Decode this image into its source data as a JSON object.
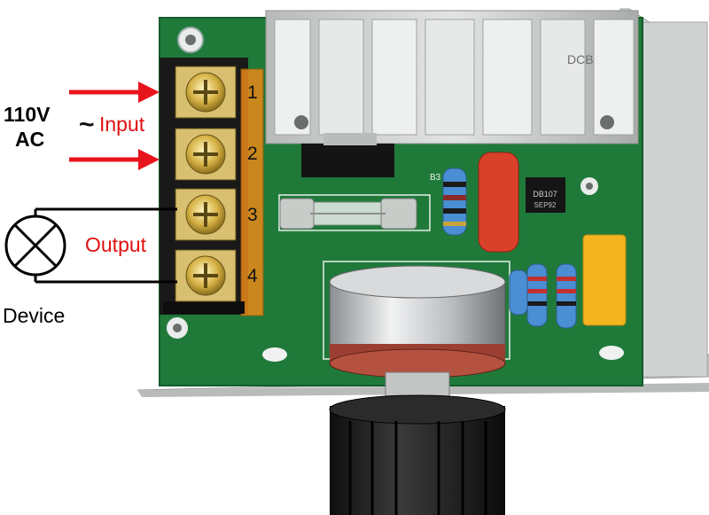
{
  "annotations": {
    "supply_voltage": "110V",
    "supply_type": "AC",
    "tilde": "~",
    "input_label": "Input",
    "output_label": "Output",
    "device_label": "Device"
  },
  "terminal_numbers": [
    "1",
    "2",
    "3",
    "4"
  ],
  "pcb_markings": {
    "heatsink_mark": "DCB",
    "bridge_label": "DB107",
    "bridge_sublabel": "SEP92",
    "ref_b3": "B3"
  },
  "colors": {
    "arrow": "#e8141c",
    "label_red": "#e01010",
    "pcb_green": "#1f7a3a",
    "heatsink": "#c9ccca",
    "terminal_bar": "#e88a1a",
    "knob": "#1b1b1b"
  },
  "icons": [
    "lamp-device-icon",
    "input-arrow-icon",
    "screw-terminal-icon",
    "potentiometer-knob-icon"
  ]
}
